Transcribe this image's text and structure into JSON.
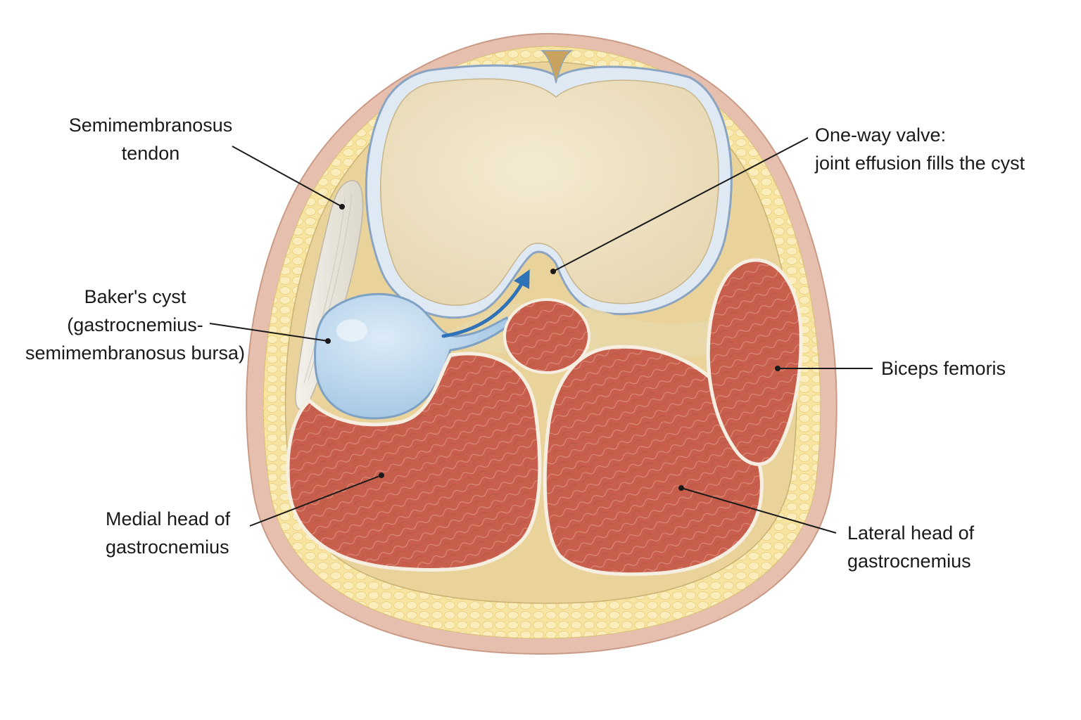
{
  "labels": {
    "semimembranosus_tendon": [
      "Semimembranosus",
      "tendon"
    ],
    "one_way_valve": [
      "One-way valve:",
      "joint effusion fills the cyst"
    ],
    "bakers_cyst": [
      "Baker's cyst",
      "(gastrocnemius-",
      "semimembranosus bursa)"
    ],
    "biceps_femoris": [
      "Biceps femoris"
    ],
    "medial_head": [
      "Medial head of",
      "gastrocnemius"
    ],
    "lateral_head": [
      "Lateral head of",
      "gastrocnemius"
    ]
  },
  "colors": {
    "skin": "#e6bfae",
    "fat": "#f7e6a6",
    "bone": "#efe3c4",
    "cartilage": "#a9bfd8",
    "cyst": "#b9d6ec",
    "muscle": "#c55a4a",
    "fascia": "#f6efe1",
    "arrow": "#2f72b8",
    "leader": "#1a1a1a"
  }
}
